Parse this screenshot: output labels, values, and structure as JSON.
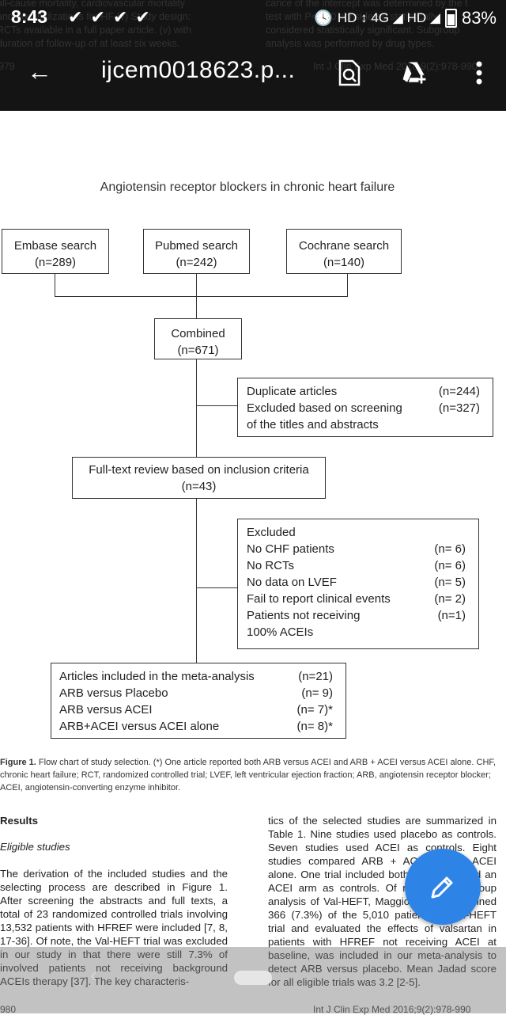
{
  "status_bar": {
    "time": "8:43",
    "indicators": "HD ↕ 4G ◢ HD ◢",
    "battery": "83%"
  },
  "app_bar": {
    "title": "ijcem0018623.p..."
  },
  "background_page": {
    "left_lines": [
      "all-cause mortality, cardiovascular mortality",
      "and hospitalizations for HF (v) Study design:",
      "RCTs available in a full paper article. (v) with",
      "duration of follow-up of at least six weeks."
    ],
    "right_lines": [
      "cance of the intercept was determined by the t",
      "test with P<0.10 considered statistically",
      "considered statistically significant. Subgroup",
      "analysis was performed by drug types."
    ],
    "page_no_left": "979",
    "running_head": "Int J Clin Exp Med 2016;9(2):978-990"
  },
  "figure": {
    "title": "Angiotensin receptor blockers in chronic heart failure",
    "sources": [
      {
        "label": "Embase search",
        "count": "(n=289)"
      },
      {
        "label": "Pubmed search",
        "count": "(n=242)"
      },
      {
        "label": "Cochrane search",
        "count": "(n=140)"
      }
    ],
    "combined": {
      "label": "Combined",
      "count": "(n=671)"
    },
    "excluded1": [
      {
        "text": "Duplicate articles",
        "count": "(n=244)"
      },
      {
        "text": "Excluded based on screening",
        "count": "(n=327)"
      },
      {
        "text": "of the titles and abstracts",
        "count": ""
      }
    ],
    "fulltext": {
      "label": "Full-text review based on inclusion criteria",
      "count": "(n=43)"
    },
    "excluded2": [
      {
        "text": "Excluded",
        "count": ""
      },
      {
        "text": "No CHF patients",
        "count": "(n= 6)"
      },
      {
        "text": "No RCTs",
        "count": "(n= 6)"
      },
      {
        "text": "No data on LVEF",
        "count": "(n= 5)"
      },
      {
        "text": "Fail to report clinical events",
        "count": "(n= 2)"
      },
      {
        "text": "Patients not receiving",
        "count": "(n=1)"
      },
      {
        "text": "100% ACEIs",
        "count": ""
      }
    ],
    "included": [
      {
        "text": "Articles included in the meta-analysis",
        "count": "(n=21)"
      },
      {
        "text": "ARB versus Placebo",
        "count": "(n= 9)"
      },
      {
        "text": "ARB versus ACEI",
        "count": "(n= 7)*"
      },
      {
        "text": "ARB+ACEI versus ACEI alone",
        "count": "(n= 8)*"
      }
    ],
    "caption_label": "Figure 1.",
    "caption_text": " Flow chart of study selection. (*) One article reported both ARB versus ACEI and ARB + ACEI versus ACEI alone. CHF, chronic heart failure; RCT, randomized controlled trial; LVEF, left ventricular ejection fraction; ARB, angiotensin receptor blocker; ACEI, angiotensin-converting enzyme inhibitor."
  },
  "body_text": {
    "results_heading": "Results",
    "eligible_heading": "Eligible studies",
    "left_paragraph": "The derivation of the included studies and the selecting process are described in Figure 1. After screening the abstracts and full texts, a total of 23 randomized controlled trials involving 13,532 patients with HFREF were included [7, 8, 17-36]. Of note, the Val-HEFT trial was excluded in our study in that there were still 7.3% of involved patients not receiving background ACEIs therapy [37]. The key characteris-",
    "right_paragraph": "tics of the selected studies are summarized in Table 1. Nine studies used placebo as controls. Seven studies used ACEI as controls. Eight studies compared ARB + ACEI versus ACEI alone. One trial included both a placebo and an ACEI arm as controls. Of note, the subgroup analysis of Val-HEFT, Maggioni et al. examined 366 (7.3%) of the 5,010 patients in Val-HEFT trial and evaluated the effects of valsartan in patients with HFREF not receiving ACEI at baseline, was included in our meta-analysis to detect ARB versus placebo. Mean Jadad score for all eligible trials was 3.2 [2-5].",
    "footer_page": "980",
    "footer_journal": "Int J Clin Exp Med 2016;9(2):978-990"
  },
  "colors": {
    "fab": "#2d84e6",
    "topbar": "#141414"
  }
}
